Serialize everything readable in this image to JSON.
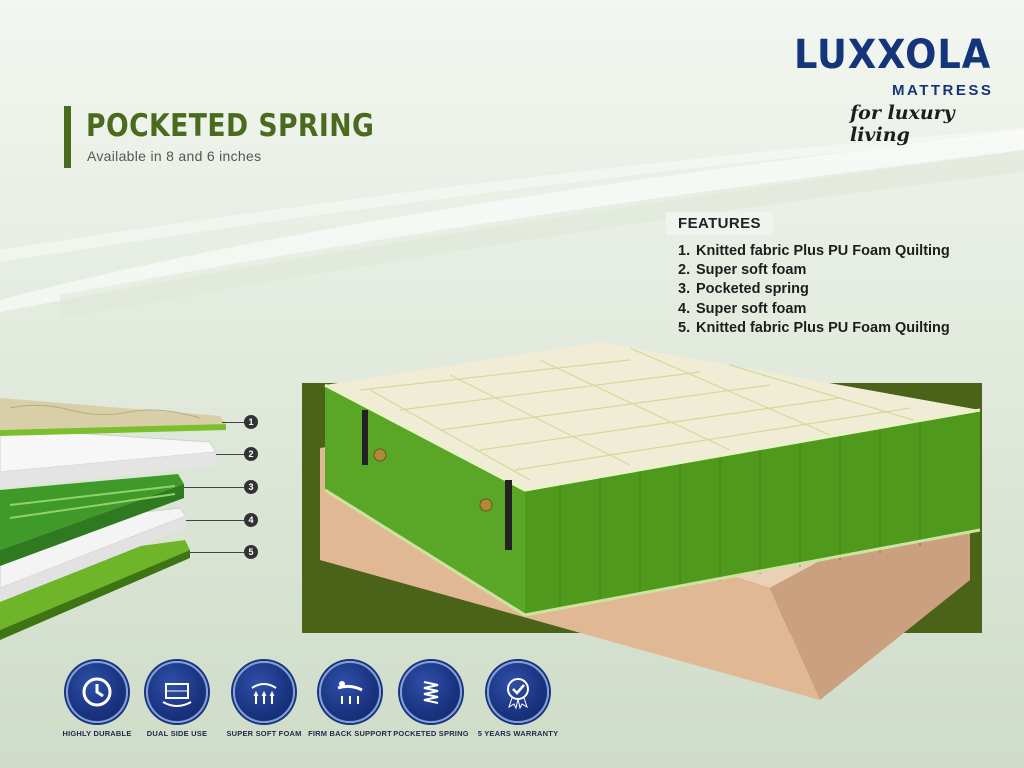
{
  "brand": {
    "name": "LUXXOLA",
    "subtitle": "MATTRESS",
    "tagline": "for luxury living"
  },
  "product": {
    "title": "POCKETED SPRING",
    "subtitle": "Available in 8 and 6 inches"
  },
  "features": {
    "heading": "FEATURES",
    "items": [
      {
        "num": "1.",
        "text": "Knitted fabric Plus PU Foam Quilting"
      },
      {
        "num": "2.",
        "text": "Super soft foam"
      },
      {
        "num": "3.",
        "text": "Pocketed spring"
      },
      {
        "num": "4.",
        "text": "Super soft foam"
      },
      {
        "num": "5.",
        "text": "Knitted fabric Plus PU Foam Quilting"
      }
    ]
  },
  "layer_callouts": [
    "1",
    "2",
    "3",
    "4",
    "5"
  ],
  "badges": [
    {
      "label": "HIGHLY DURABLE",
      "icon": "clock-icon"
    },
    {
      "label": "DUAL SIDE USE",
      "icon": "flip-mattress-icon"
    },
    {
      "label": "SUPER SOFT FOAM",
      "icon": "feather-icon"
    },
    {
      "label": "FIRM BACK SUPPORT",
      "icon": "back-support-icon"
    },
    {
      "label": "POCKETED SPRING",
      "icon": "spring-icon"
    },
    {
      "label": "5 YEARS WARRANTY",
      "icon": "warranty-medal-icon"
    }
  ],
  "colors": {
    "brand_blue": "#15357a",
    "product_green": "#4a6b1e",
    "backdrop_green": "#4b6318",
    "mattress_green": "#5fa323",
    "base_tan": "#e3bd9c"
  }
}
